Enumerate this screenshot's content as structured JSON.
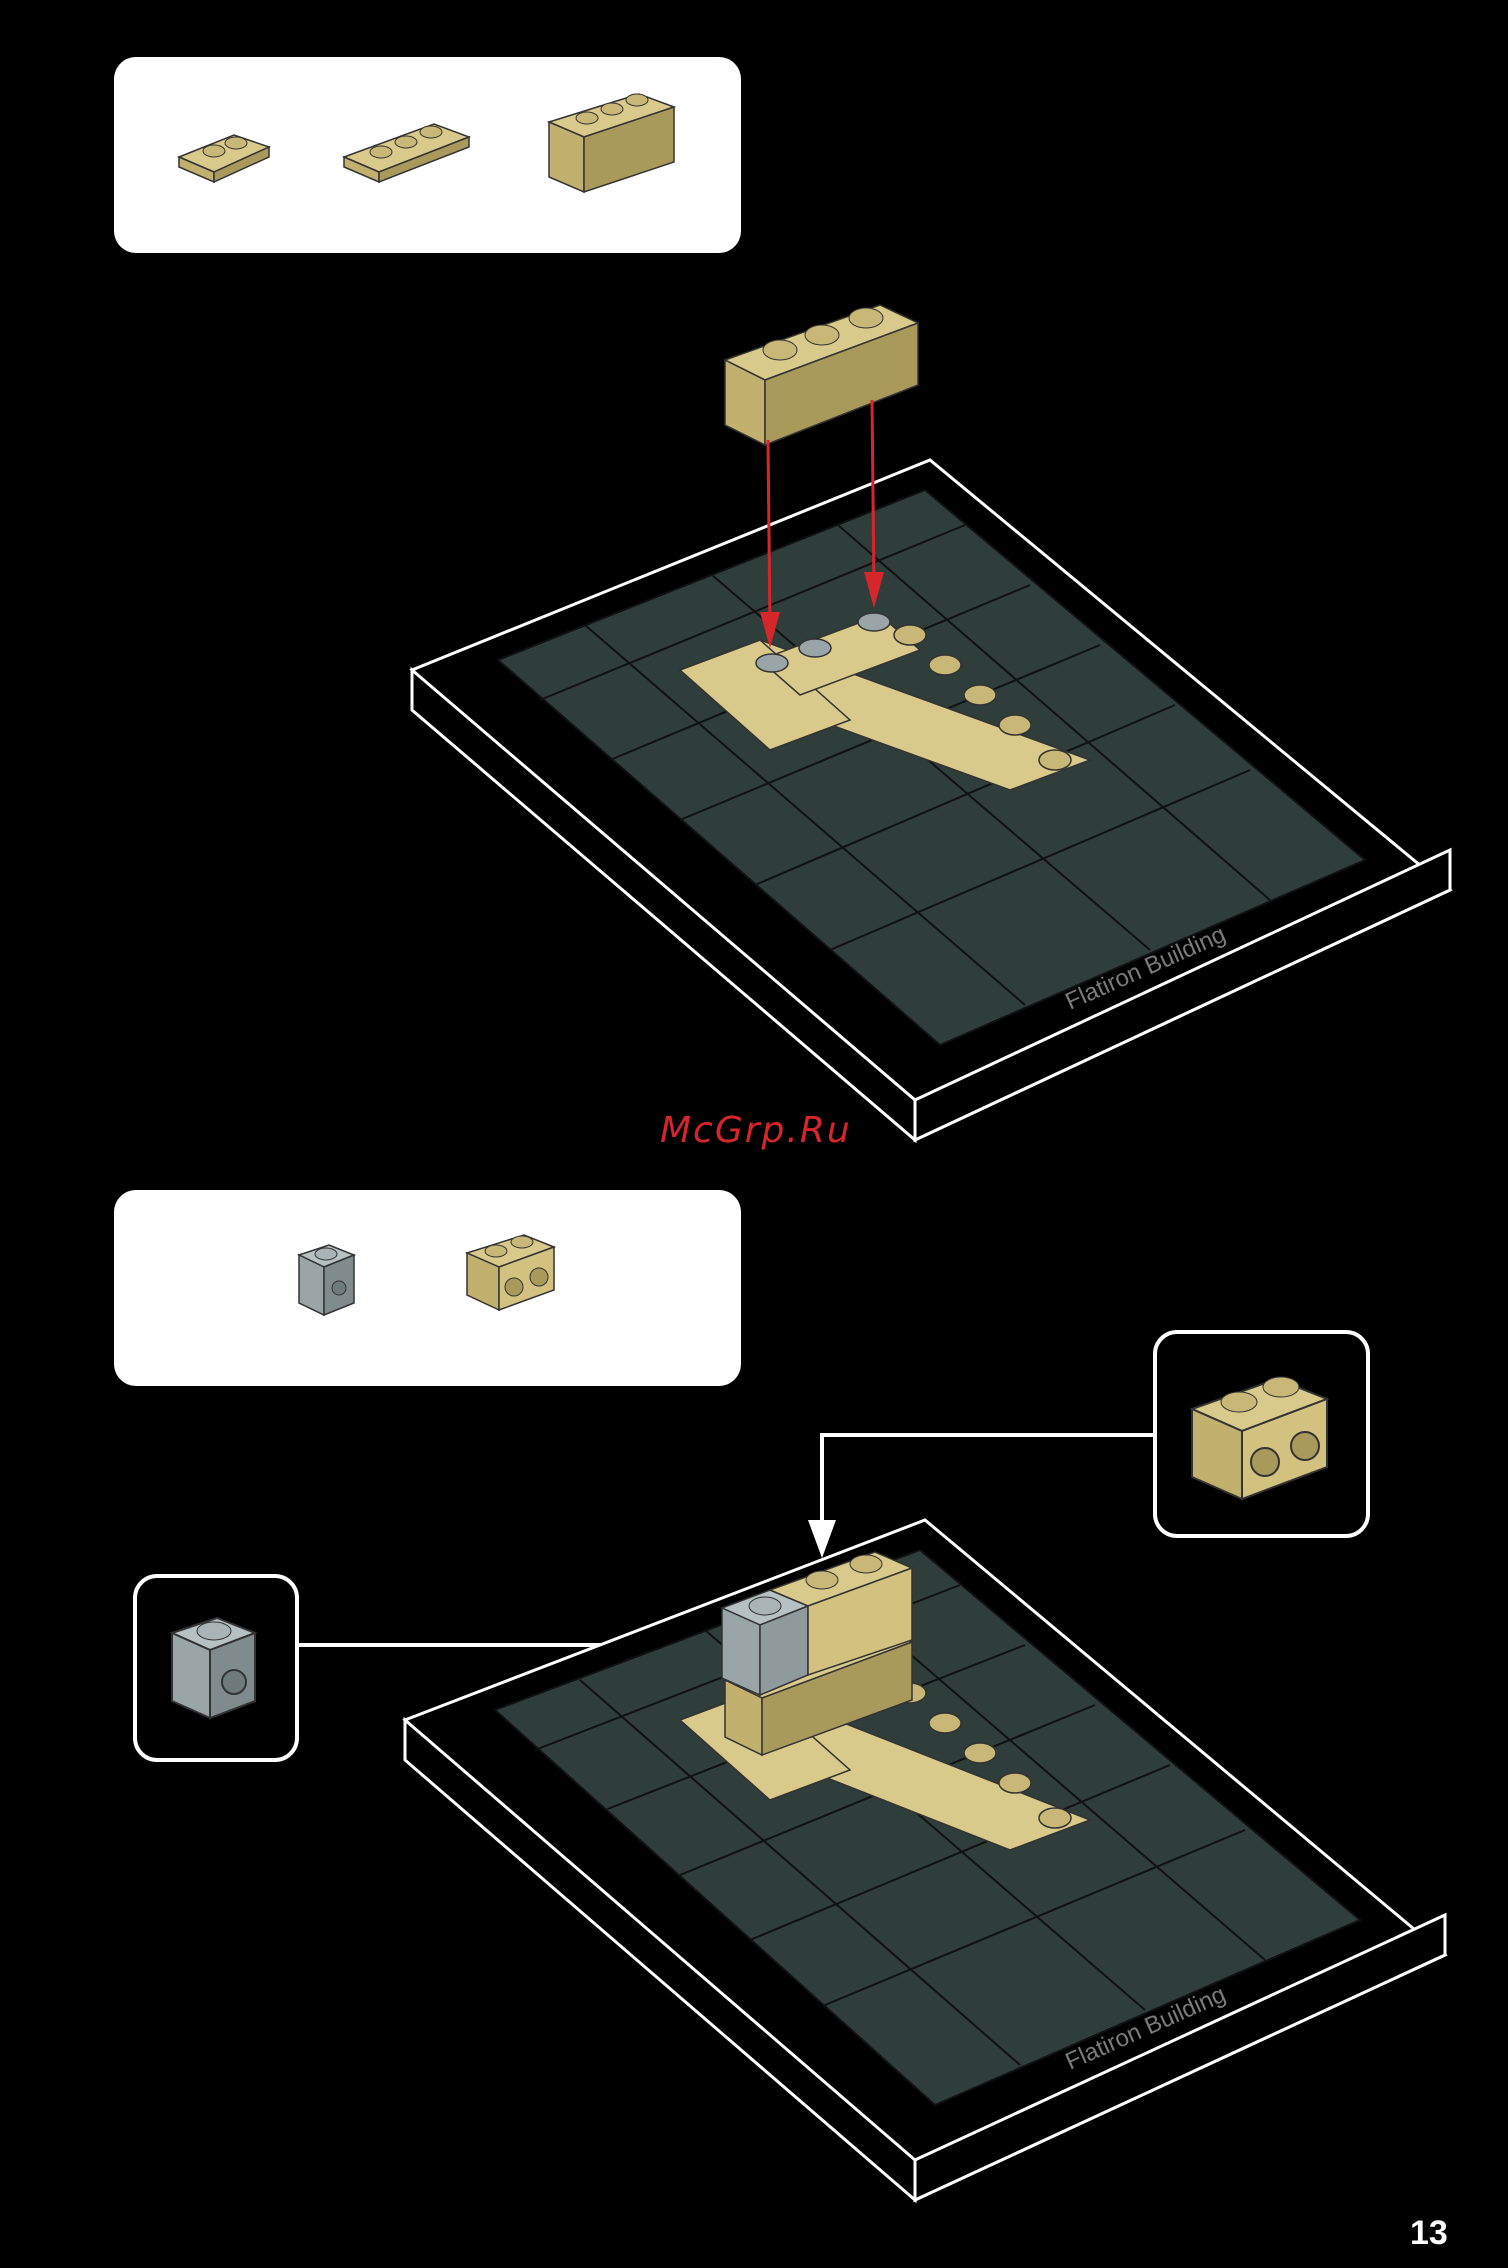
{
  "step_1": {
    "parts": [
      "brick-1x2-tan",
      "plate-1x3-tan",
      "brick-1x3-tan"
    ],
    "nameplate_text": "Flatiron Building"
  },
  "step_2": {
    "parts": [
      "brick-1x1-studs-side-gray",
      "brick-1x2-studs-side-tan"
    ],
    "nameplate_text": "Flatiron Building"
  },
  "watermark": "McGrp.Ru",
  "page_number": "13",
  "colors": {
    "background": "#000000",
    "baseplate": "#2f3d3b",
    "tan": "#d9c98a",
    "gray": "#9aa5a8",
    "arrow": "#d7262b",
    "outline": "#ffffff"
  }
}
